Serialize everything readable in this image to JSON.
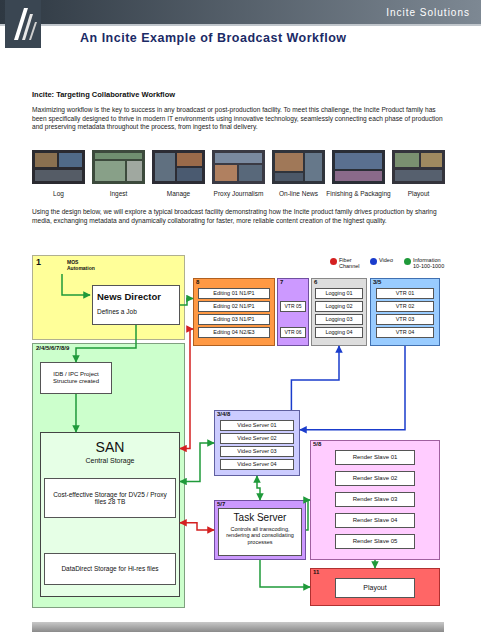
{
  "diagram": {
    "title": "An Incite Example of Broadcast Workflow",
    "nodes": [
      {
        "text": [
          "1",
          "MOS Automation"
        ]
      },
      {
        "text": [
          "News Director",
          "Defines a Job"
        ],
        "in": 0
      },
      {
        "text": [
          "2/4/5/6/7/8/9"
        ]
      },
      {
        "text": [
          "IDB / IPC Project Structure created"
        ],
        "in": 2
      },
      {
        "text": [
          "SAN",
          "Central Storage"
        ],
        "in": 2
      },
      {
        "text": [
          "Cost-effective Storage for DV25 / Proxy files 28 TB"
        ],
        "in": 4
      },
      {
        "text": [
          "DataDirect Storage for Hi-res files"
        ],
        "in": 4
      },
      {
        "text": [
          "8"
        ]
      },
      {
        "text": [
          "Editing 01 N1/P1"
        ],
        "in": 7
      },
      {
        "text": [
          "Editing 02 N1/P1"
        ],
        "in": 7
      },
      {
        "text": [
          "Editing 03 N1/P1"
        ],
        "in": 7
      },
      {
        "text": [
          "Editing 04 N2/E3"
        ],
        "in": 7
      },
      {
        "text": [
          "7"
        ]
      },
      {
        "text": [
          "VTR 05"
        ],
        "in": 12
      },
      {
        "text": [
          "VTR 06"
        ],
        "in": 12
      },
      {
        "text": [
          "6"
        ]
      },
      {
        "text": [
          "Logging 01"
        ],
        "in": 15
      },
      {
        "text": [
          "Logging 02"
        ],
        "in": 15
      },
      {
        "text": [
          "Logging 03"
        ],
        "in": 15
      },
      {
        "text": [
          "Logging 04"
        ],
        "in": 15
      },
      {
        "text": [
          "3/5"
        ]
      },
      {
        "text": [
          "VTR 01"
        ],
        "in": 20
      },
      {
        "text": [
          "VTR 02"
        ],
        "in": 20
      },
      {
        "text": [
          "VTR 03"
        ],
        "in": 20
      },
      {
        "text": [
          "VTR 04"
        ],
        "in": 20
      },
      {
        "text": [
          "3/4/8"
        ]
      },
      {
        "text": [
          "Video Server 01"
        ],
        "in": 25
      },
      {
        "text": [
          "Video Server 02"
        ],
        "in": 25
      },
      {
        "text": [
          "Video Server 03"
        ],
        "in": 25
      },
      {
        "text": [
          "Video Server 04"
        ],
        "in": 25
      },
      {
        "text": [
          "5/8"
        ]
      },
      {
        "text": [
          "Render Slave 01"
        ],
        "in": 30
      },
      {
        "text": [
          "Render Slave 02"
        ],
        "in": 30
      },
      {
        "text": [
          "Render Slave 03"
        ],
        "in": 30
      },
      {
        "text": [
          "Render Slave 04"
        ],
        "in": 30
      },
      {
        "text": [
          "Render Slave 05"
        ],
        "in": 30
      },
      {
        "text": [
          "5/7"
        ]
      },
      {
        "text": [
          "Task Server",
          "Controls all transcoding, rendering and consolidating processes"
        ],
        "in": 36
      },
      {
        "text": [
          "11"
        ]
      },
      {
        "text": [
          "Playout"
        ],
        "in": 38
      }
    ],
    "edges": [
      {
        "from": 1,
        "to": 3,
        "arrow": "to"
      },
      {
        "from": 3,
        "to": 4,
        "arrow": "to"
      },
      {
        "from": 1,
        "to": 7,
        "arrow": "to"
      },
      {
        "from": 4,
        "to": 7,
        "arrow": "both"
      },
      {
        "from": 4,
        "to": 25,
        "arrow": "both"
      },
      {
        "from": 4,
        "to": 36,
        "arrow": "both"
      },
      {
        "from": 36,
        "to": 30,
        "arrow": "to"
      },
      {
        "from": 25,
        "to": 15,
        "arrow": "to"
      },
      {
        "from": 20,
        "to": 25,
        "arrow": "to"
      },
      {
        "from": 25,
        "to": 36,
        "arrow": "both"
      },
      {
        "from": 30,
        "to": 38,
        "arrow": "to"
      },
      {
        "from": 36,
        "to": 38,
        "arrow": "to"
      }
    ],
    "labels": [
      "Incite Solutions",
      "Incite: Targeting Collaborative Workflow",
      "Maximizing workflow is the key to success in any broadcast or post-production facility. To meet this challenge, the Incite Product family has been specifically designed to thrive in modern IT environments using innovative technology, seamlessly connecting each phase of production and preserving metadata throughout the process, from ingest to final delivery.",
      "Log",
      "Ingest",
      "Manage",
      "Proxy Journalism",
      "On-line News",
      "Finishing & Packaging",
      "Playout",
      "Using the design below, we will explore a typical broadcast facility demonstrating how the Incite product family drives production by sharing media, exchanging metadata and dynamically collaborating for faster, more reliable content creation of the highest quality."
    ],
    "legend": [
      {
        "text": "Fiber Channel",
        "color": "#d42020"
      },
      {
        "text": "Video",
        "color": "#1a3ccc"
      },
      {
        "text": "Information 10-100-1000",
        "color": "#1f9a3a"
      }
    ]
  }
}
